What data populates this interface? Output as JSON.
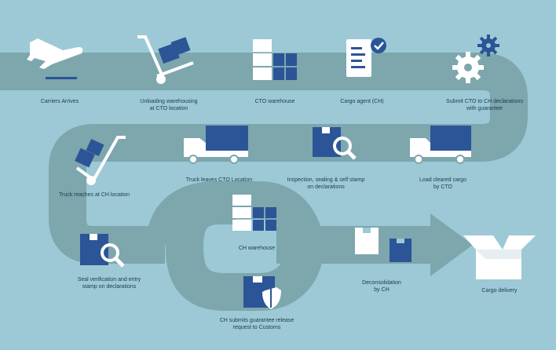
{
  "palette": {
    "background": "#9cc9d5",
    "road": "#7da6ad",
    "white": "#ffffff",
    "navy": "#2b5597",
    "label": "#1d3a52"
  },
  "steps": [
    {
      "label": "Carriers Arrives",
      "icon": "airplane-icon"
    },
    {
      "label": "Unloading warehousing\nat CTO location",
      "icon": "hand-truck-icon"
    },
    {
      "label": "CTO warehouse",
      "icon": "warehouse-boxes-icon"
    },
    {
      "label": "Cargo agent (CH)",
      "icon": "document-check-icon"
    },
    {
      "label": "Submit CTO to CH declarations\nwith guarantee",
      "icon": "gears-icon"
    },
    {
      "label": "Load cleared cargo\nby CTO",
      "icon": "truck-icon"
    },
    {
      "label": "Inspection, sealing & self stamp\non declarations",
      "icon": "box-magnifier-icon"
    },
    {
      "label": "Truck leaves CTO Location",
      "icon": "truck-icon"
    },
    {
      "label": "Truck reaches at CH location",
      "icon": "hand-truck-icon"
    },
    {
      "label": "Seal verification and entry\nstamp on declarations",
      "icon": "box-magnifier-icon"
    },
    {
      "label": "CH warehouse",
      "icon": "warehouse-boxes-icon"
    },
    {
      "label": "CH submits guarantee release\nrequest to Customs",
      "icon": "box-shield-icon"
    },
    {
      "label": "Deconsolidation\nby CH",
      "icon": "boxes-icon"
    },
    {
      "label": "Cargo delivery",
      "icon": "open-box-icon"
    }
  ]
}
